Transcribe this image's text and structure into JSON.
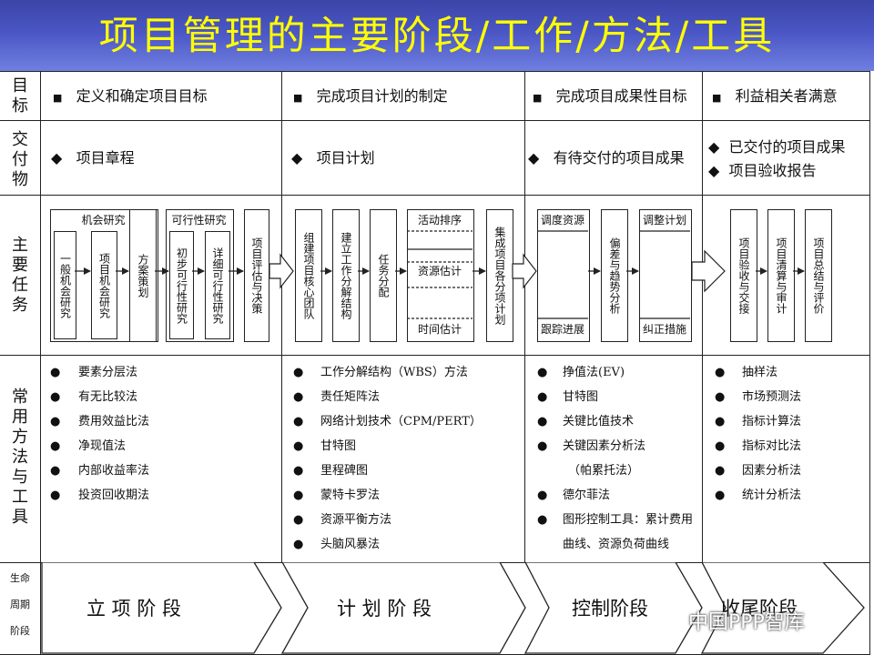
{
  "title": "项目管理的主要阶段/工作/方法/工具",
  "rows": {
    "goal": "目标",
    "deliverables": "交付物",
    "tasks": "主要任务",
    "methods": "常用方法与工具",
    "lifecycle": [
      "生命",
      "周期",
      "阶段"
    ]
  },
  "goals": [
    "定义和确定项目目标",
    "完成项目计划的制定",
    "完成项目成果性目标",
    "利益相关者满意"
  ],
  "deliverables": {
    "c1": "项目章程",
    "c2": "项目计划",
    "c3": "有待交付的项目成果",
    "c4": [
      "已交付的项目成果",
      "项目验收报告"
    ]
  },
  "tasks": {
    "c1": {
      "opportunity_header": "机会研究",
      "general_opportunity": "一般机会研究",
      "project_opportunity": "项目机会研究",
      "scheme_planning": "方案策划",
      "feasibility_header": "可行性研究",
      "preliminary_feasibility": "初步可行性研究",
      "detailed_feasibility": "详细可行性研究",
      "evaluation_decision": "项目评估与决策"
    },
    "c2": {
      "core_team": "组建项目核心团队",
      "wbs": "建立工作分解结构",
      "task_allocation": "任务分配",
      "activity_sequencing": "活动排序",
      "resource_estimation": "资源估计",
      "time_estimation": "时间估计",
      "integrate_plans": "集成项目各分项计划"
    },
    "c3": {
      "schedule_resources": "调度资源",
      "track_progress": "跟踪进展",
      "deviation_analysis": "偏差与趋势分析",
      "adjust_plan": "调整计划",
      "corrective_measures": "纠正措施"
    },
    "c4": {
      "acceptance": "项目验收与交接",
      "settlement_audit": "项目清算与审计",
      "summary_evaluation": "项目总结与评价"
    }
  },
  "methods": {
    "c1": [
      "要素分层法",
      "有无比较法",
      "费用效益比法",
      "净现值法",
      "内部收益率法",
      "投资回收期法"
    ],
    "c2": [
      "工作分解结构（WBS）方法",
      "责任矩阵法",
      "网络计划技术（CPM/PERT）",
      "甘特图",
      "里程碑图",
      "蒙特卡罗法",
      "资源平衡方法",
      "头脑风暴法"
    ],
    "c3": [
      "挣值法(EV)",
      "甘特图",
      "关键比值技术",
      "关键因素分析法",
      "（帕累托法）",
      "德尔菲法",
      "图形控制工具：累计费用",
      "曲线、资源负荷曲线"
    ],
    "c4": [
      "抽样法",
      "市场预测法",
      "指标计算法",
      "指标对比法",
      "因素分析法",
      "统计分析法"
    ]
  },
  "phases": [
    "立 项 阶 段",
    "计 划 阶 段",
    "控制阶段",
    "收尾阶段"
  ],
  "watermark": "中国PPP智库",
  "colors": {
    "header_bg": "#4a56c4",
    "title_text": "#ffff00",
    "line": "#222222"
  }
}
